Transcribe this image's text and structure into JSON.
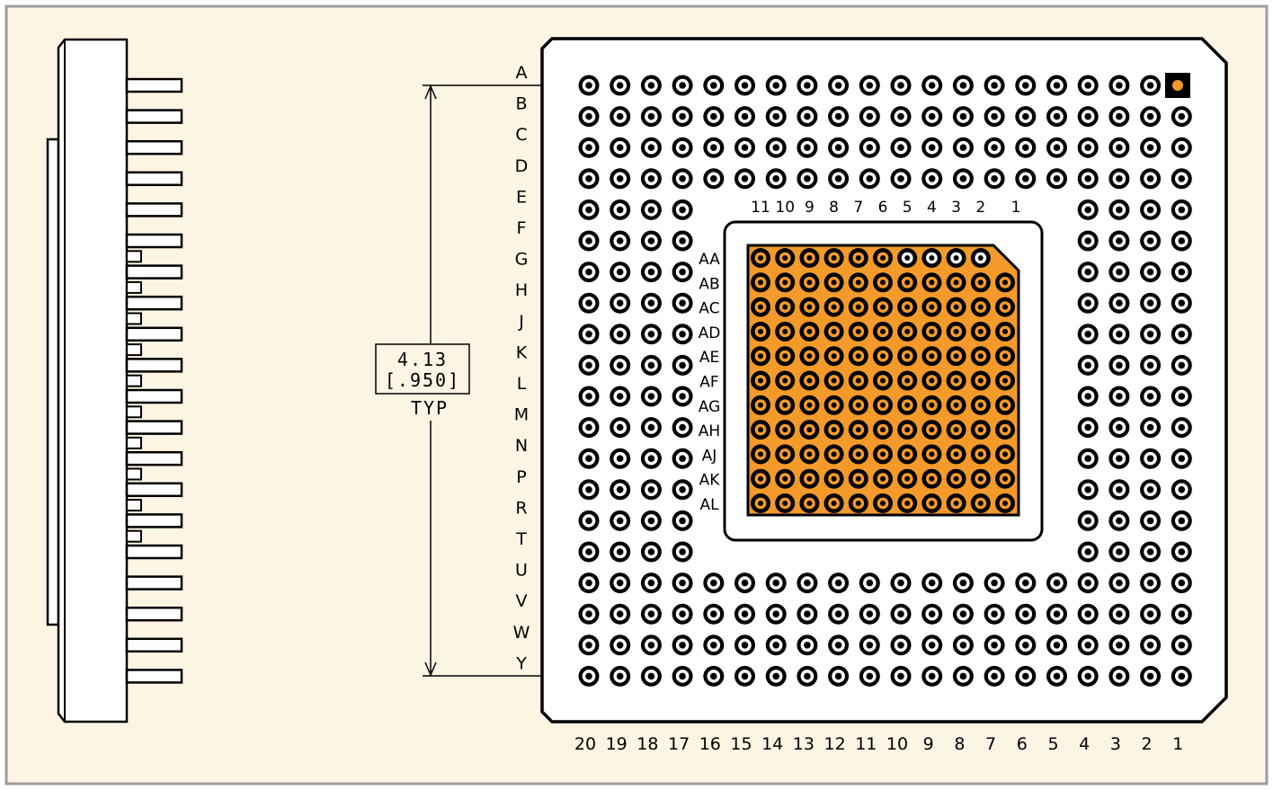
{
  "colors": {
    "background": "#fdf5e4",
    "frame": "#9c9c9c",
    "line": "#000000",
    "pad_fill": "#ffffff",
    "accent": "#f39a2b"
  },
  "row_labels": [
    "A",
    "B",
    "C",
    "D",
    "E",
    "F",
    "G",
    "H",
    "J",
    "K",
    "L",
    "M",
    "N",
    "P",
    "R",
    "T",
    "U",
    "V",
    "W",
    "Y"
  ],
  "column_labels": [
    "20",
    "19",
    "18",
    "17",
    "16",
    "15",
    "14",
    "13",
    "12",
    "11",
    "10",
    "9",
    "8",
    "7",
    "6",
    "5",
    "4",
    "3",
    "2",
    "1"
  ],
  "inner_row_labels": [
    "AA",
    "AB",
    "AC",
    "AD",
    "AE",
    "AF",
    "AG",
    "AH",
    "AJ",
    "AK",
    "AL"
  ],
  "inner_column_labels": [
    "11",
    "10",
    "9",
    "8",
    "7",
    "6",
    "5",
    "4",
    "3",
    "2",
    "1"
  ],
  "dimension": {
    "metric": "4.13",
    "imperial": "[.950]",
    "note": "TYP"
  }
}
